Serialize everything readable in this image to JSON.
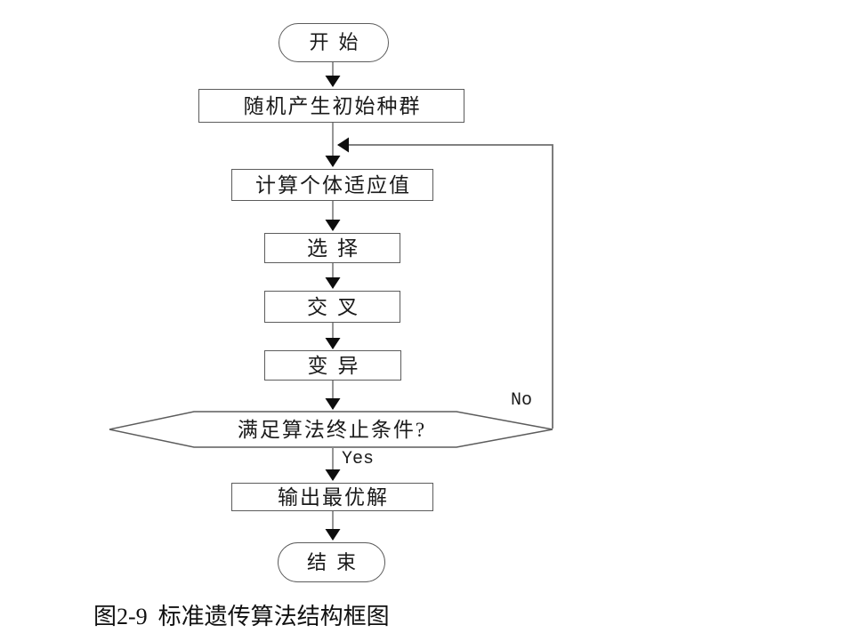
{
  "figure": {
    "caption_number": "图2-9",
    "caption_title": "标准遗传算法结构框图"
  },
  "flowchart": {
    "nodes": {
      "start": "开始",
      "init_population": "随机产生初始种群",
      "fitness": "计算个体适应值",
      "selection": "选择",
      "crossover": "交叉",
      "mutation": "变异",
      "termination_check": "满足算法终止条件?",
      "output_best": "输出最优解",
      "end": "结束"
    },
    "edge_labels": {
      "yes": "Yes",
      "no": "No"
    }
  },
  "colors": {
    "background": "#ffffff",
    "stroke": "#6e6e6e",
    "node_border": "#5c5c5c",
    "arrowhead": "#0d0d0d",
    "text": "#1a1a1a"
  }
}
